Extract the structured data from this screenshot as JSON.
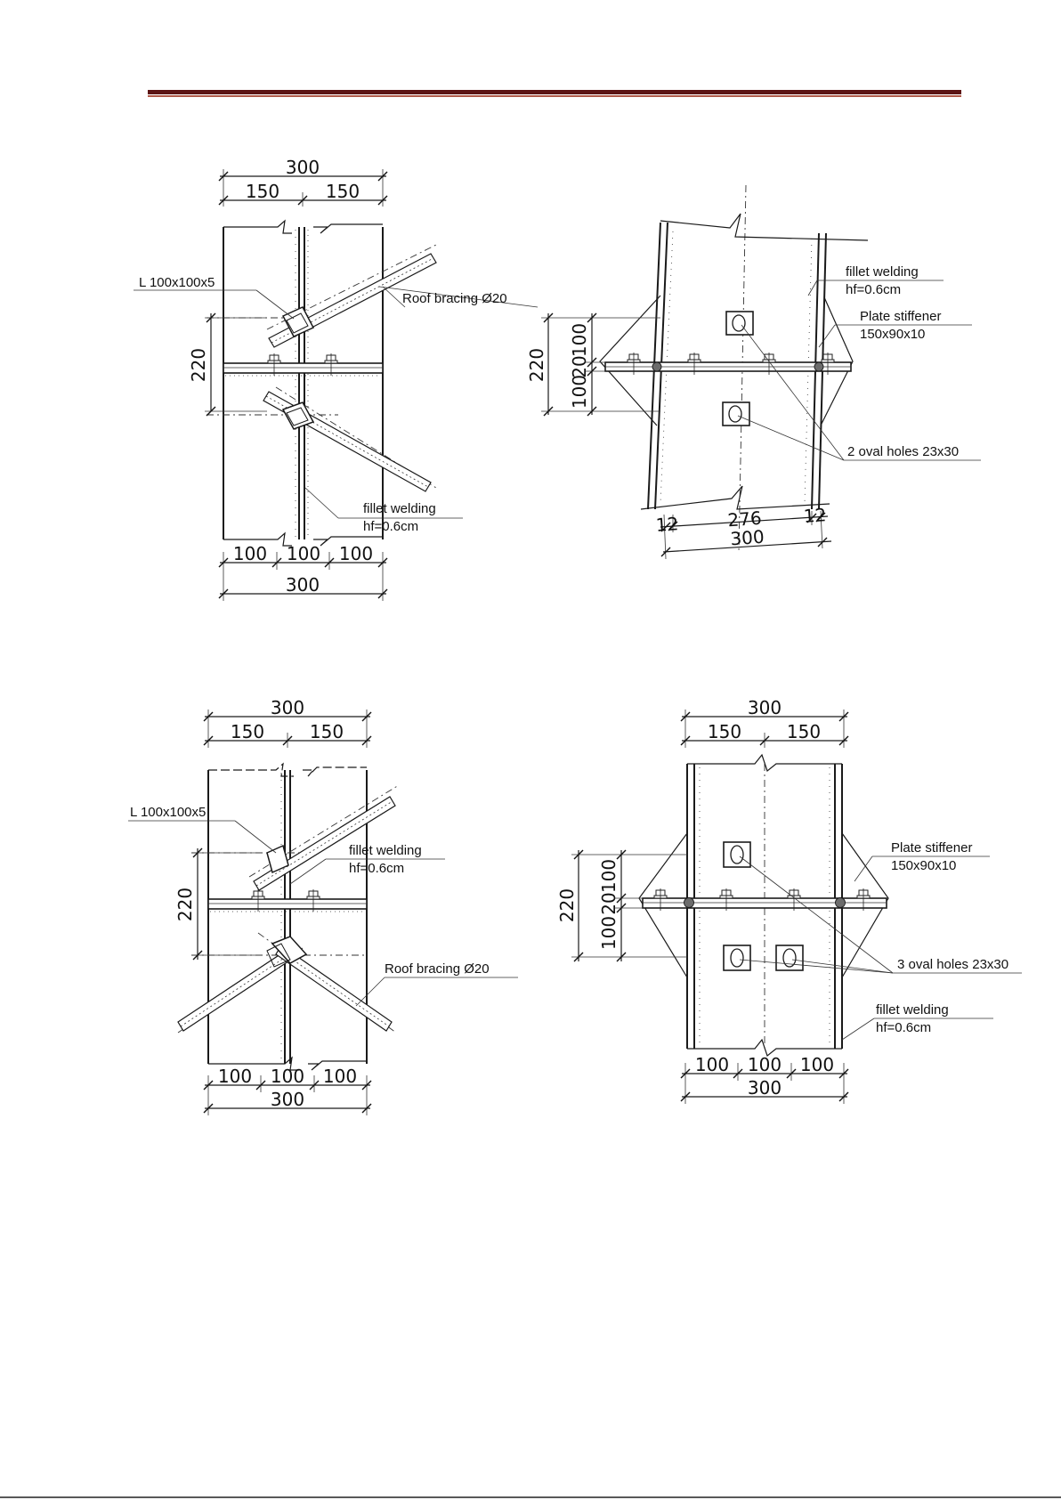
{
  "header": {
    "rule_colors": [
      "#5c1414",
      "#b05a4a"
    ]
  },
  "figures": [
    {
      "name": "detail-top-left",
      "dims_top": [
        "300",
        "150",
        "150"
      ],
      "dims_bottom": [
        "100",
        "100",
        "100",
        "300"
      ],
      "dim_side": "220",
      "callouts": [
        "L 100x100x5",
        "Roof bracing Ø20",
        "fillet welding",
        "hf=0.6cm"
      ]
    },
    {
      "name": "detail-top-right",
      "dims_side": [
        "220",
        "100",
        "20",
        "100"
      ],
      "dims_bottom": [
        "12",
        "276",
        "12",
        "300"
      ],
      "callouts": [
        "fillet welding",
        "hf=0.6cm",
        "Plate stiffener",
        "150x90x10",
        "2 oval holes 23x30"
      ]
    },
    {
      "name": "detail-bottom-left",
      "dims_top": [
        "300",
        "150",
        "150"
      ],
      "dims_bottom": [
        "100",
        "100",
        "100",
        "300"
      ],
      "dim_side": "220",
      "callouts": [
        "L 100x100x5",
        "fillet welding",
        "hf=0.6cm",
        "Roof bracing Ø20"
      ]
    },
    {
      "name": "detail-bottom-right",
      "dims_top": [
        "300",
        "150",
        "150"
      ],
      "dims_side": [
        "220",
        "100",
        "20",
        "100"
      ],
      "dims_bottom": [
        "100",
        "100",
        "100",
        "300"
      ],
      "callouts": [
        "Plate stiffener",
        "150x90x10",
        "3 oval holes 23x30",
        "fillet welding",
        "hf=0.6cm"
      ]
    }
  ]
}
